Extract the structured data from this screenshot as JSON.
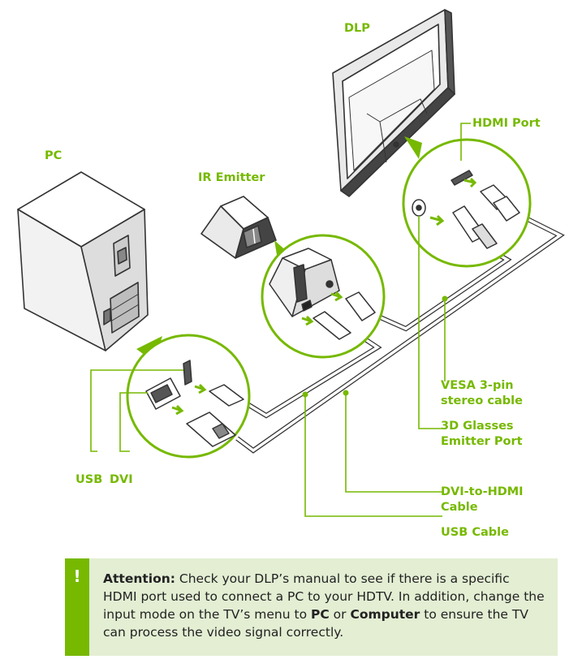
{
  "labels": {
    "dlp": "DLP",
    "pc": "PC",
    "ir_emitter": "IR Emitter",
    "hdmi_port": "HDMI Port",
    "vesa_line1": "VESA 3-pin",
    "vesa_line2": "stereo cable",
    "glasses_line1": "3D Glasses",
    "glasses_line2": "Emitter Port",
    "usb": "USB",
    "dvi": "DVI",
    "dvi_hdmi_line1": "DVI-to-HDMI",
    "dvi_hdmi_line2": "Cable",
    "usb_cable": "USB Cable"
  },
  "attention": {
    "icon": "!",
    "heading": "Attention:",
    "text_1": " Check your DLP’s manual to see if there is a specific HDMI port used to connect a PC to your HDTV. In addition, change the input mode on the TV’s menu to ",
    "pc": "PC",
    "or": " or ",
    "computer": "Computer",
    "text_2": " to ensure the TV can process the video signal correctly."
  },
  "colors": {
    "accent": "#76b900",
    "callout_bg": "#e3eed3",
    "line": "#333333"
  }
}
